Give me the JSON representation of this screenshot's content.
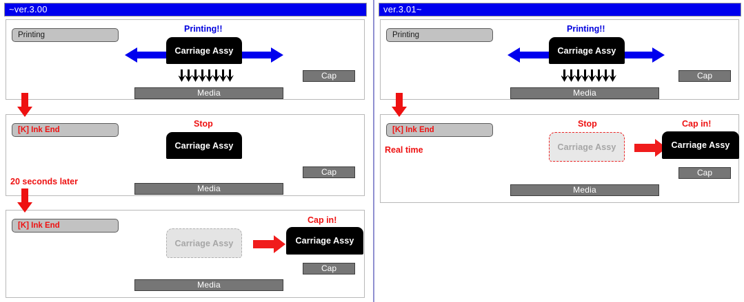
{
  "colors": {
    "title_bar_bg": "#0000ee",
    "title_bar_text": "#ffffff",
    "accent_blue": "#0000dd",
    "accent_red": "#ee1111",
    "carriage_black": "#000000",
    "media_gray": "#767676",
    "lcd_gray": "#c2c2c2",
    "divider": "#8f8fd0"
  },
  "left_column": {
    "title": "~ver.3.00",
    "stages": [
      {
        "lcd_status": "Printing",
        "state_label": "Printing!!",
        "carriage_label": "Carriage Assy",
        "media_label": "Media",
        "cap_label": "Cap",
        "ink_drop_count": 8,
        "motion_icon": "double-headed-blue-arrow",
        "timing_note": ""
      },
      {
        "lcd_status": "[K] Ink End",
        "state_label": "Stop",
        "carriage_label": "Carriage Assy",
        "media_label": "Media",
        "cap_label": "Cap",
        "timing_note": "20 seconds later"
      },
      {
        "lcd_status": "[K] Ink End",
        "state_label": "Cap in!",
        "ghost_carriage_label": "Carriage Assy",
        "carriage_label": "Carriage Assy",
        "media_label": "Media",
        "cap_label": "Cap",
        "motion_icon": "red-right-arrow",
        "timing_note": ""
      }
    ]
  },
  "right_column": {
    "title": "ver.3.01~",
    "stages": [
      {
        "lcd_status": "Printing",
        "state_label": "Printing!!",
        "carriage_label": "Carriage Assy",
        "media_label": "Media",
        "cap_label": "Cap",
        "ink_drop_count": 8,
        "motion_icon": "double-headed-blue-arrow",
        "timing_note": ""
      },
      {
        "lcd_status": "[K] Ink End",
        "state_label": "Stop",
        "cap_state_label": "Cap in!",
        "ghost_carriage_label": "Carriage Assy",
        "carriage_label": "Carriage Assy",
        "media_label": "Media",
        "cap_label": "Cap",
        "motion_icon": "red-right-arrow",
        "timing_note": "Real time"
      }
    ]
  },
  "flow_arrows": {
    "icon": "red-down-arrow",
    "count_left": 2,
    "count_right": 1
  }
}
